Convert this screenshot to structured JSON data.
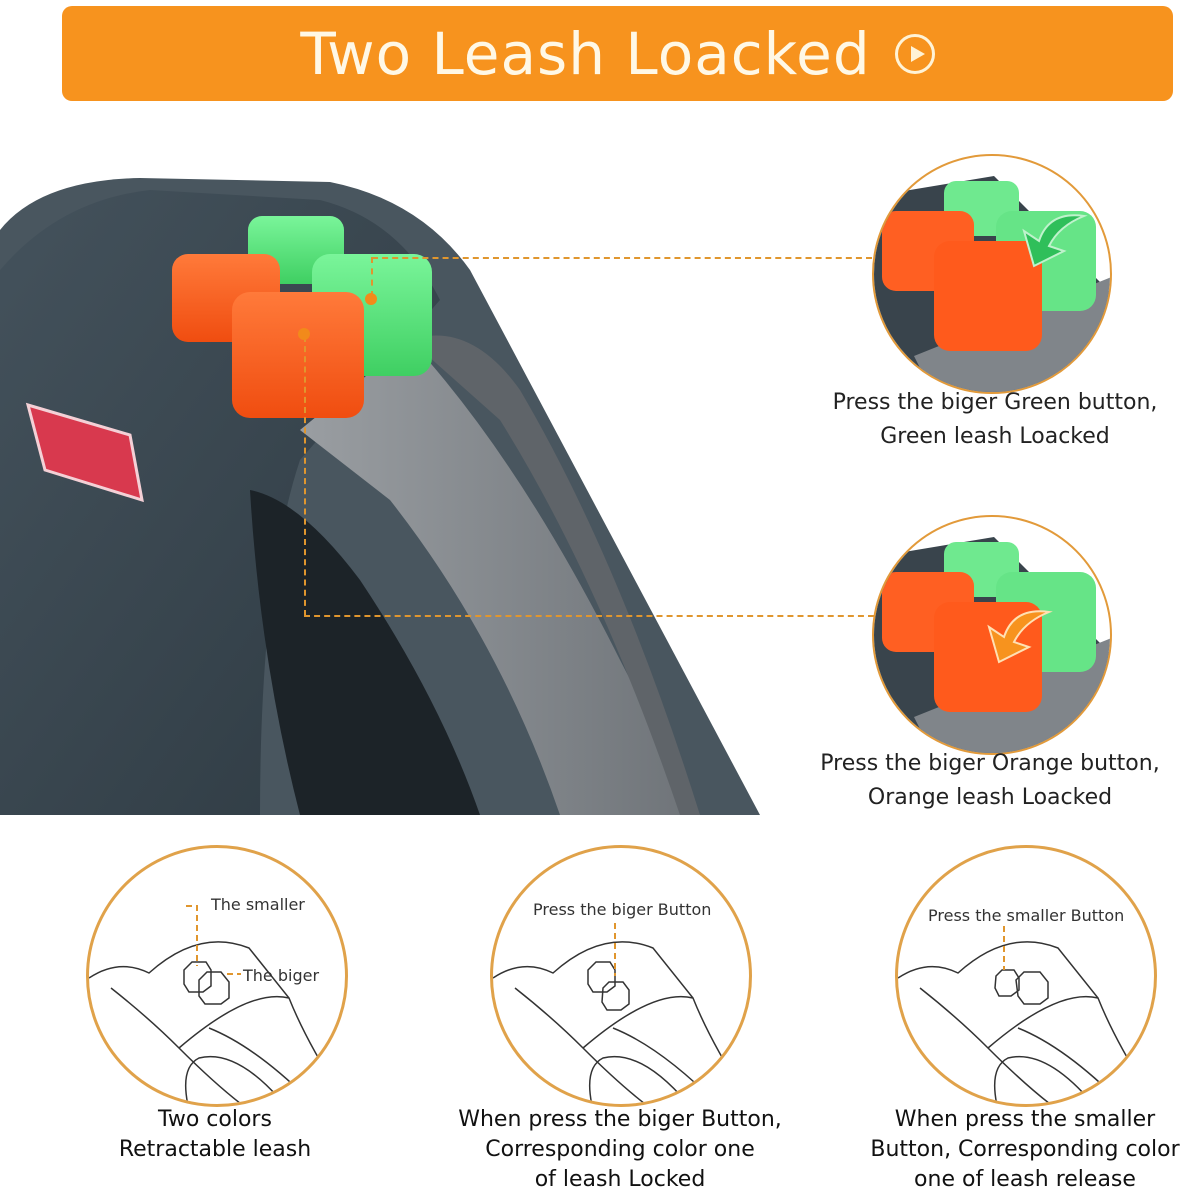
{
  "banner": {
    "title": "Two Leash Loacked",
    "icon": "play-circle-icon",
    "color": "#f7931e"
  },
  "callouts": [
    {
      "line1": "Press the biger Green button,",
      "line2": "Green leash Loacked",
      "arrow_color": "#2fbf5a"
    },
    {
      "line1": "Press the biger Orange button,",
      "line2": "Orange leash Loacked",
      "arrow_color": "#f7931e"
    }
  ],
  "diagrams": [
    {
      "labels": [
        "The smaller",
        "The biger"
      ],
      "caption": [
        "Two colors",
        "Retractable leash"
      ]
    },
    {
      "labels": [
        "Press the biger Button"
      ],
      "caption": [
        "When press the biger Button,",
        "Corresponding color one",
        "of leash Locked"
      ]
    },
    {
      "labels": [
        "Press the smaller Button"
      ],
      "caption": [
        "When press the smaller",
        "Button, Corresponding color",
        "one of leash release"
      ]
    }
  ],
  "colors": {
    "accent": "#f7931e",
    "green_button": "#5ee07a",
    "orange_button": "#ff5a1f",
    "body_dark": "#3a4750",
    "body_grey": "#7d8287"
  }
}
